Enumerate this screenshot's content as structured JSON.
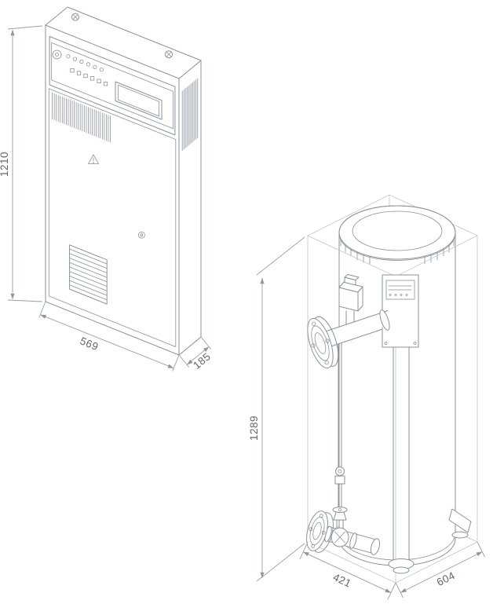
{
  "drawing": {
    "background": "#ffffff",
    "line_color": "#8b929a",
    "thin_line_color": "#bcc2c8",
    "dimension_text_color": "#5f6670",
    "cabinet": {
      "figure": "wall-mounted-control-cabinet",
      "dimensions": {
        "height": "1210",
        "width": "569",
        "depth": "185"
      }
    },
    "tank": {
      "figure": "vertical-cylinder-unit",
      "dimensions": {
        "height": "1289",
        "depth": "421",
        "width": "604"
      }
    }
  }
}
